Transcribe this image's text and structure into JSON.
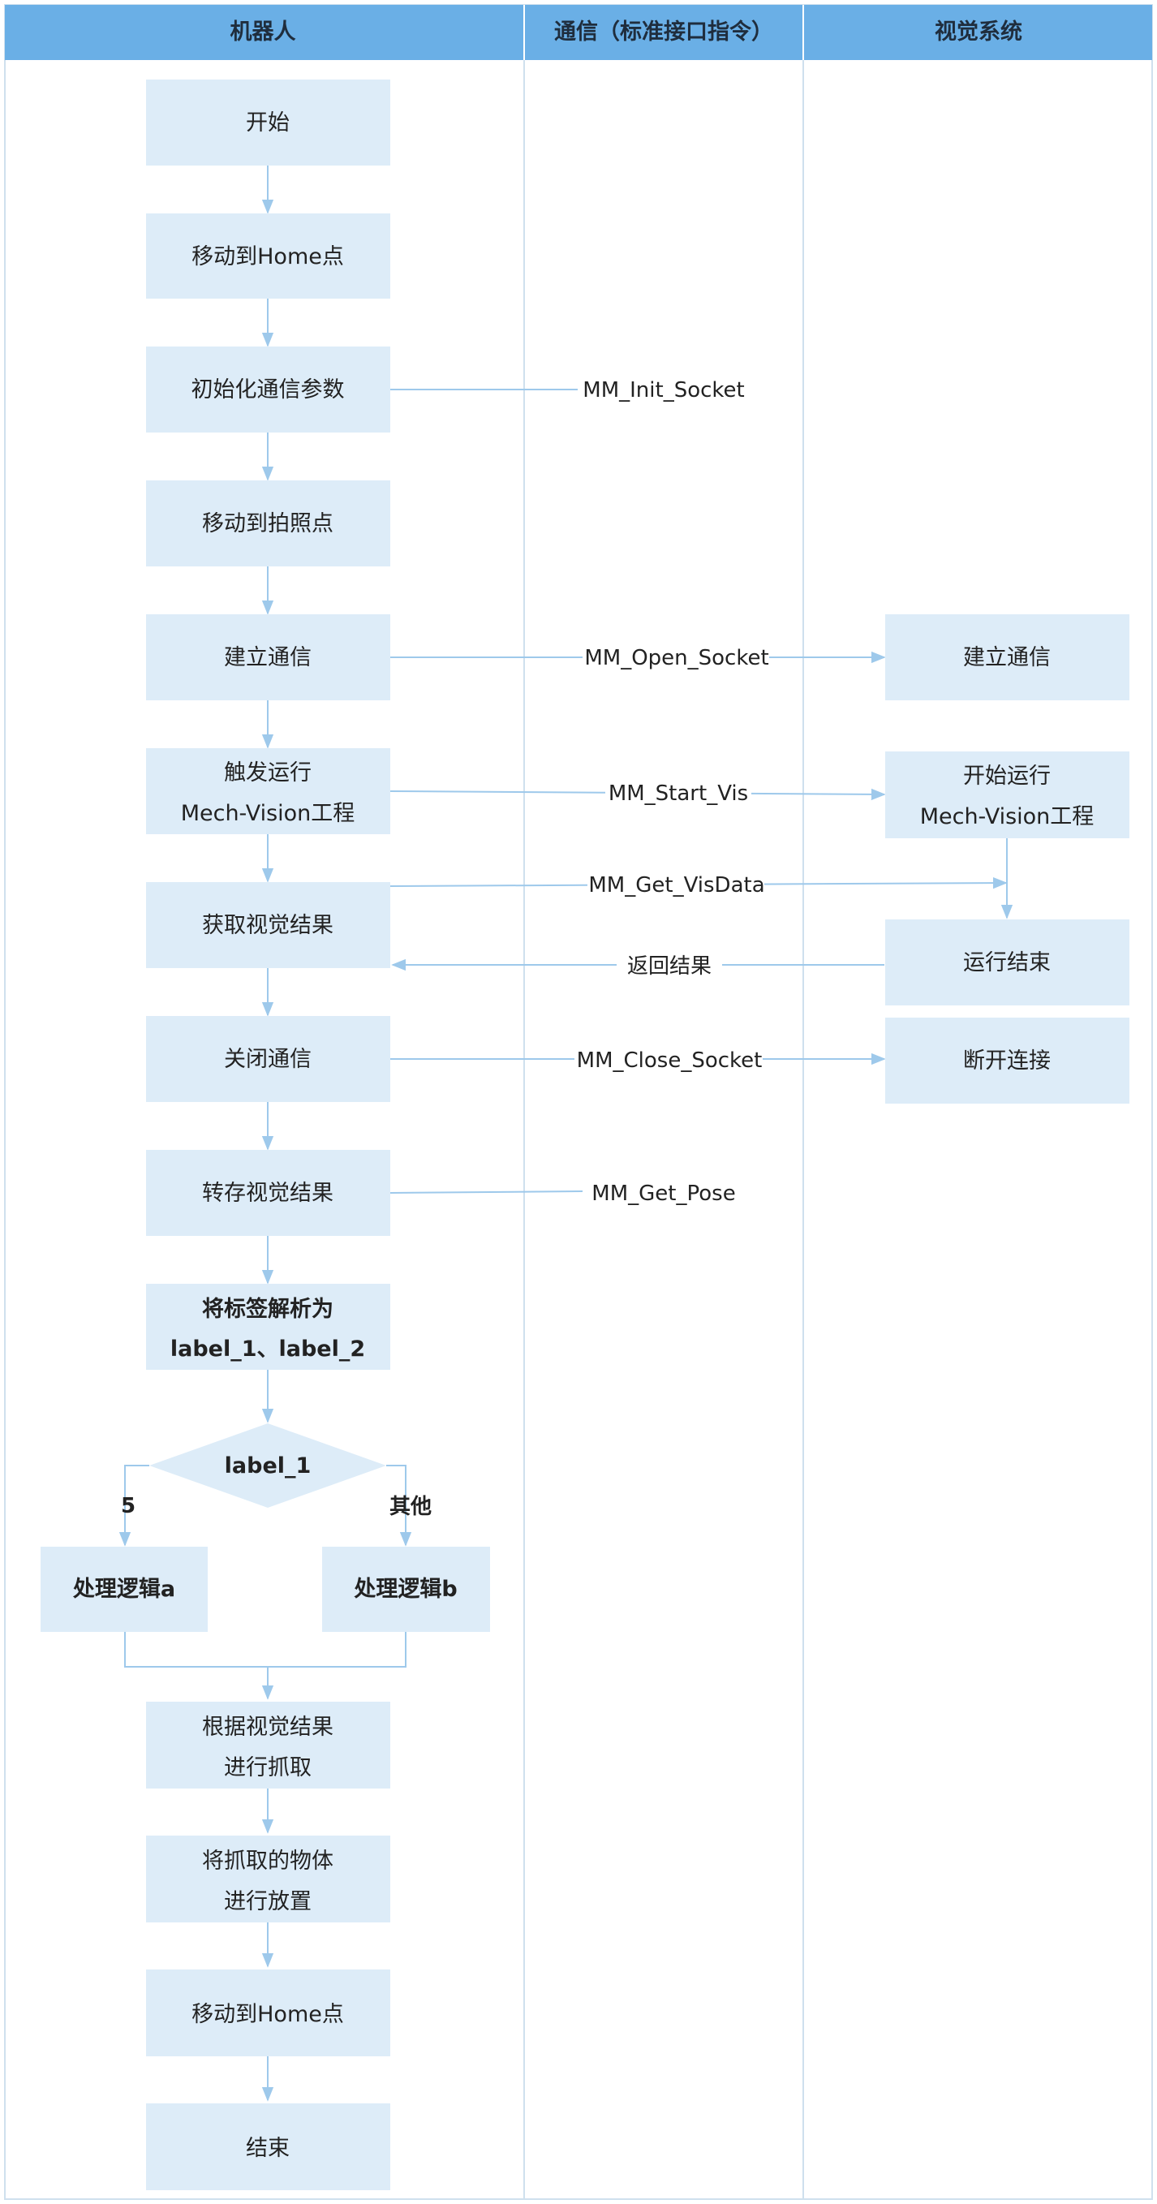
{
  "lanes": {
    "robot": "机器人",
    "comm": "通信（标准接口指令）",
    "vision": "视觉系统"
  },
  "colors": {
    "header": "#6aafe6",
    "box": "#ddecf8",
    "edge": "#9ec9eb",
    "border": "#cfe0ee"
  },
  "robot_steps": {
    "start": [
      "开始"
    ],
    "move_home": [
      "移动到Home点"
    ],
    "init_params": [
      "初始化通信参数"
    ],
    "move_photo": [
      "移动到拍照点"
    ],
    "open_comm": [
      "建立通信"
    ],
    "trigger": [
      "触发运行",
      "Mech-Vision工程"
    ],
    "get_result": [
      "获取视觉结果"
    ],
    "close_comm": [
      "关闭通信"
    ],
    "save_result": [
      "转存视觉结果"
    ],
    "parse_label": [
      "将标签解析为",
      "label_1、label_2"
    ],
    "decision": [
      "label_1"
    ],
    "logic_a": [
      "处理逻辑a"
    ],
    "logic_b": [
      "处理逻辑b"
    ],
    "pick": [
      "根据视觉结果",
      "进行抓取"
    ],
    "place": [
      "将抓取的物体",
      "进行放置"
    ],
    "move_home_end": [
      "移动到Home点"
    ],
    "end": [
      "结束"
    ]
  },
  "vision_steps": {
    "open_comm": [
      "建立通信"
    ],
    "start_run": [
      "开始运行",
      "Mech-Vision工程"
    ],
    "run_end": [
      "运行结束"
    ],
    "disconnect": [
      "断开连接"
    ]
  },
  "messages": {
    "init_socket": "MM_Init_Socket",
    "open_socket": "MM_Open_Socket",
    "start_vis": "MM_Start_Vis",
    "get_visdata": "MM_Get_VisData",
    "return_result": "返回结果",
    "close_socket": "MM_Close_Socket",
    "get_pose": "MM_Get_Pose"
  },
  "branches": {
    "left": "5",
    "right": "其他"
  }
}
